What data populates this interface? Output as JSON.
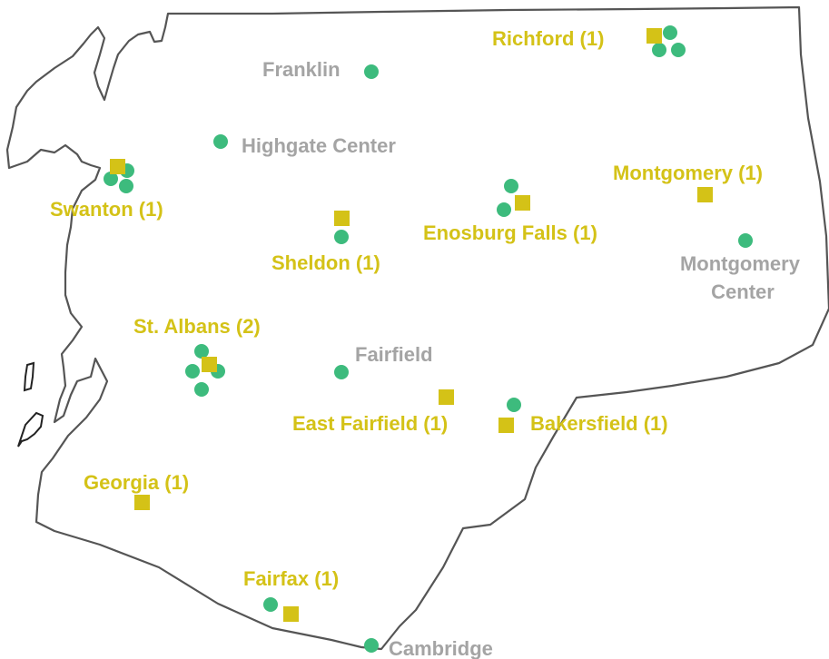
{
  "map": {
    "colors": {
      "boundary": "#555555",
      "facility_dot": "#3dbb7d",
      "highlight_square": "#d4c217",
      "highlight_label": "#d4c217",
      "muted_label": "#a4a4a4"
    },
    "highlighted_towns": [
      {
        "id": "richford",
        "label": "Richford (1)",
        "count": 1
      },
      {
        "id": "swanton",
        "label": "Swanton (1)",
        "count": 1
      },
      {
        "id": "montgomery",
        "label": "Montgomery (1)",
        "count": 1
      },
      {
        "id": "enosburg-falls",
        "label": "Enosburg Falls (1)",
        "count": 1
      },
      {
        "id": "sheldon",
        "label": "Sheldon (1)",
        "count": 1
      },
      {
        "id": "st-albans",
        "label": "St. Albans (2)",
        "count": 2
      },
      {
        "id": "east-fairfield",
        "label": "East Fairfield (1)",
        "count": 1
      },
      {
        "id": "bakersfield",
        "label": "Bakersfield (1)",
        "count": 1
      },
      {
        "id": "georgia",
        "label": "Georgia (1)",
        "count": 1
      },
      {
        "id": "fairfax",
        "label": "Fairfax (1)",
        "count": 1
      }
    ],
    "other_towns": [
      {
        "id": "franklin",
        "label": "Franklin"
      },
      {
        "id": "highgate-center",
        "label": "Highgate Center"
      },
      {
        "id": "montgomery-center",
        "label": "Montgomery Center"
      },
      {
        "id": "fairfield",
        "label": "Fairfield"
      },
      {
        "id": "cambridge",
        "label": "Cambridge"
      }
    ]
  }
}
